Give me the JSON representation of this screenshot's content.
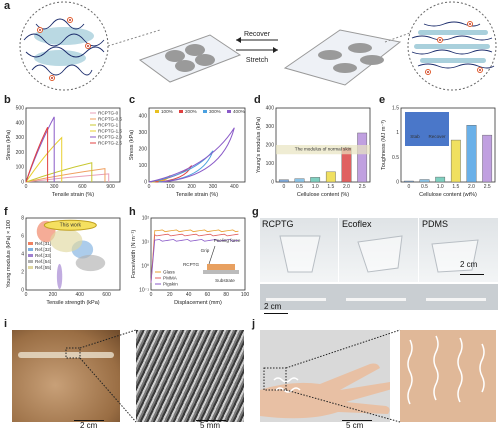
{
  "panel_labels": {
    "a": "a",
    "b": "b",
    "c": "c",
    "d": "d",
    "e": "e",
    "f": "f",
    "g": "g",
    "h": "h",
    "i": "i",
    "j": "j"
  },
  "schematic": {
    "recover_label": "Recover",
    "stretch_label": "Stretch"
  },
  "colors": {
    "fiber": "#1a2b6b",
    "cellulose": "#7fb5c9",
    "dot_ring": "#e05a2b",
    "dot_core": "#c0392b"
  },
  "chart_data": [
    {
      "id": "b",
      "type": "line",
      "xlabel": "Tensile strain (%)",
      "ylabel": "Stress (kPa)",
      "xlim": [
        0,
        1000
      ],
      "ylim": [
        0,
        500
      ],
      "xticks": [
        0,
        300,
        600,
        900
      ],
      "yticks": [
        0,
        100,
        200,
        300,
        400,
        500
      ],
      "legend_position": "top-right",
      "series": [
        {
          "name": "RCPTG-0",
          "color": "#e8a0b8",
          "fracture": [
            880,
            55
          ]
        },
        {
          "name": "RCPTG-0.5",
          "color": "#f0a060",
          "fracture": [
            840,
            90
          ]
        },
        {
          "name": "RCPTG-1",
          "color": "#c8c830",
          "fracture": [
            700,
            130
          ]
        },
        {
          "name": "RCPTG-1.5",
          "color": "#e8d030",
          "fracture": [
            380,
            300
          ]
        },
        {
          "name": "RCPTG-2.0",
          "color": "#8a5ac8",
          "fracture": [
            300,
            440
          ]
        },
        {
          "name": "RCPTG-2.5",
          "color": "#e04040",
          "fracture": [
            230,
            370
          ]
        }
      ]
    },
    {
      "id": "c",
      "type": "line",
      "xlabel": "Tensile strain (%)",
      "ylabel": "Stress (kPa)",
      "xlim": [
        0,
        450
      ],
      "ylim": [
        0,
        450
      ],
      "xticks": [
        0,
        100,
        200,
        300,
        400
      ],
      "yticks": [
        0,
        100,
        200,
        300,
        400
      ],
      "legend_position": "top",
      "series": [
        {
          "name": "100%",
          "color": "#e8c020",
          "max_strain": 100,
          "max_stress": 40
        },
        {
          "name": "200%",
          "color": "#e04040",
          "max_strain": 200,
          "max_stress": 100
        },
        {
          "name": "300%",
          "color": "#4aa0e0",
          "max_strain": 300,
          "max_stress": 190
        },
        {
          "name": "400%",
          "color": "#8a5ac8",
          "max_strain": 400,
          "max_stress": 330
        }
      ]
    },
    {
      "id": "d",
      "type": "bar",
      "xlabel": "Cellulose content (%)",
      "ylabel": "Young's modulus (kPa)",
      "categories": [
        "0",
        "0.5",
        "1.0",
        "1.5",
        "2.0",
        "2.5"
      ],
      "values": [
        12,
        18,
        25,
        55,
        185,
        265
      ],
      "ylim": [
        0,
        400
      ],
      "yticks": [
        0,
        100,
        200,
        300,
        400
      ],
      "colors": [
        "#7fa8d8",
        "#8bc4e8",
        "#7fd0c0",
        "#f0e060",
        "#e06060",
        "#c0a0e0"
      ],
      "band_label": "The modulus of normal skin"
    },
    {
      "id": "e",
      "type": "bar",
      "xlabel": "Cellulose content (wt%)",
      "ylabel": "Toughness (MJ m⁻³)",
      "categories": [
        "0",
        "0.5",
        "1.0",
        "1.5",
        "2.0",
        "2.5"
      ],
      "values": [
        0.02,
        0.05,
        0.1,
        0.85,
        1.15,
        0.95
      ],
      "ylim": [
        0,
        1.5
      ],
      "yticks": [
        0,
        0.5,
        1.0,
        1.5
      ],
      "colors": [
        "#7fa8d8",
        "#8bc4e8",
        "#7fd0c0",
        "#f0e060",
        "#6ab0e8",
        "#c0a0e0"
      ],
      "inset_labels": [
        "Stab",
        "Recover"
      ]
    },
    {
      "id": "f",
      "type": "scatter",
      "xlabel": "Tensile strength (kPa)",
      "ylabel": "Young modulus (kPa) × 100",
      "xlim": [
        0,
        700
      ],
      "ylim": [
        0,
        8
      ],
      "xticks": [
        0,
        200,
        400,
        600
      ],
      "yticks": [
        0,
        2,
        4,
        6,
        8
      ],
      "highlight_label": "This work",
      "legend_position": "left",
      "series": [
        {
          "name": "Ref.[31]",
          "color": "#f08060"
        },
        {
          "name": "Ref.[32]",
          "color": "#80b0e0"
        },
        {
          "name": "Ref.[33]",
          "color": "#a080d0"
        },
        {
          "name": "Ref.[54]",
          "color": "#b0b0b0"
        },
        {
          "name": "Ref.[55]",
          "color": "#e0d8a0"
        }
      ]
    },
    {
      "id": "h",
      "type": "line",
      "xlabel": "Displacement (mm)",
      "ylabel": "Force/width (N m⁻¹)",
      "xlim": [
        0,
        100
      ],
      "ylim": [
        0.1,
        100
      ],
      "yscale": "log",
      "xticks": [
        0,
        20,
        40,
        60,
        80,
        100
      ],
      "yticks": [
        0.1,
        1,
        10,
        100
      ],
      "ytick_labels": [
        "10⁻¹",
        "10⁰",
        "10¹",
        "10²"
      ],
      "legend_position": "bottom-left",
      "annotations": [
        "Peeling force",
        "Grip",
        "RCPTG",
        "Substrate"
      ],
      "series": [
        {
          "name": "Glass",
          "color": "#e8a030",
          "level": 30
        },
        {
          "name": "PMMA",
          "color": "#e06060",
          "level": 20
        },
        {
          "name": "Pigskin",
          "color": "#8a5ac8",
          "level": 12
        }
      ]
    }
  ],
  "panel_g": {
    "materials": [
      "RCPTG",
      "Ecoflex",
      "PDMS"
    ],
    "scale1": "2 cm",
    "scale2": "2 cm"
  },
  "panel_i": {
    "scale1": "2 cm",
    "scale2": "5 mm"
  },
  "panel_j": {
    "scale1": "5 cm"
  }
}
